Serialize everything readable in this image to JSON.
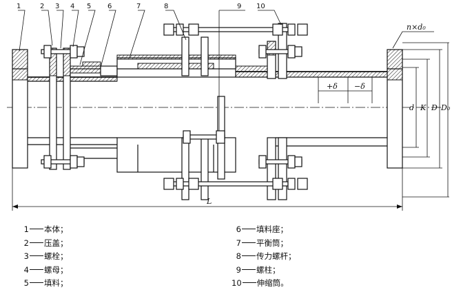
{
  "figure": {
    "callouts": [
      "1",
      "2",
      "3",
      "4",
      "5",
      "6",
      "7",
      "8",
      "9",
      "10"
    ],
    "dimensions": {
      "plus_delta": "+δ",
      "minus_delta": "−δ",
      "d": "d",
      "K": "K",
      "D": "D",
      "D0": "D₀",
      "bolt_holes": "n×d₀",
      "L": "L"
    }
  },
  "legend": {
    "left": [
      {
        "num": "1",
        "text": "本体；"
      },
      {
        "num": "2",
        "text": "压盖；"
      },
      {
        "num": "3",
        "text": "螺栓；"
      },
      {
        "num": "4",
        "text": "螺母；"
      },
      {
        "num": "5",
        "text": "填料；"
      }
    ],
    "right": [
      {
        "num": "6",
        "text": "填料座；"
      },
      {
        "num": "7",
        "text": "平衡筒；"
      },
      {
        "num": "8",
        "text": "传力螺杆；"
      },
      {
        "num": "9",
        "text": "螺柱；"
      },
      {
        "num": "10",
        "text": "伸缩筒。"
      }
    ]
  }
}
